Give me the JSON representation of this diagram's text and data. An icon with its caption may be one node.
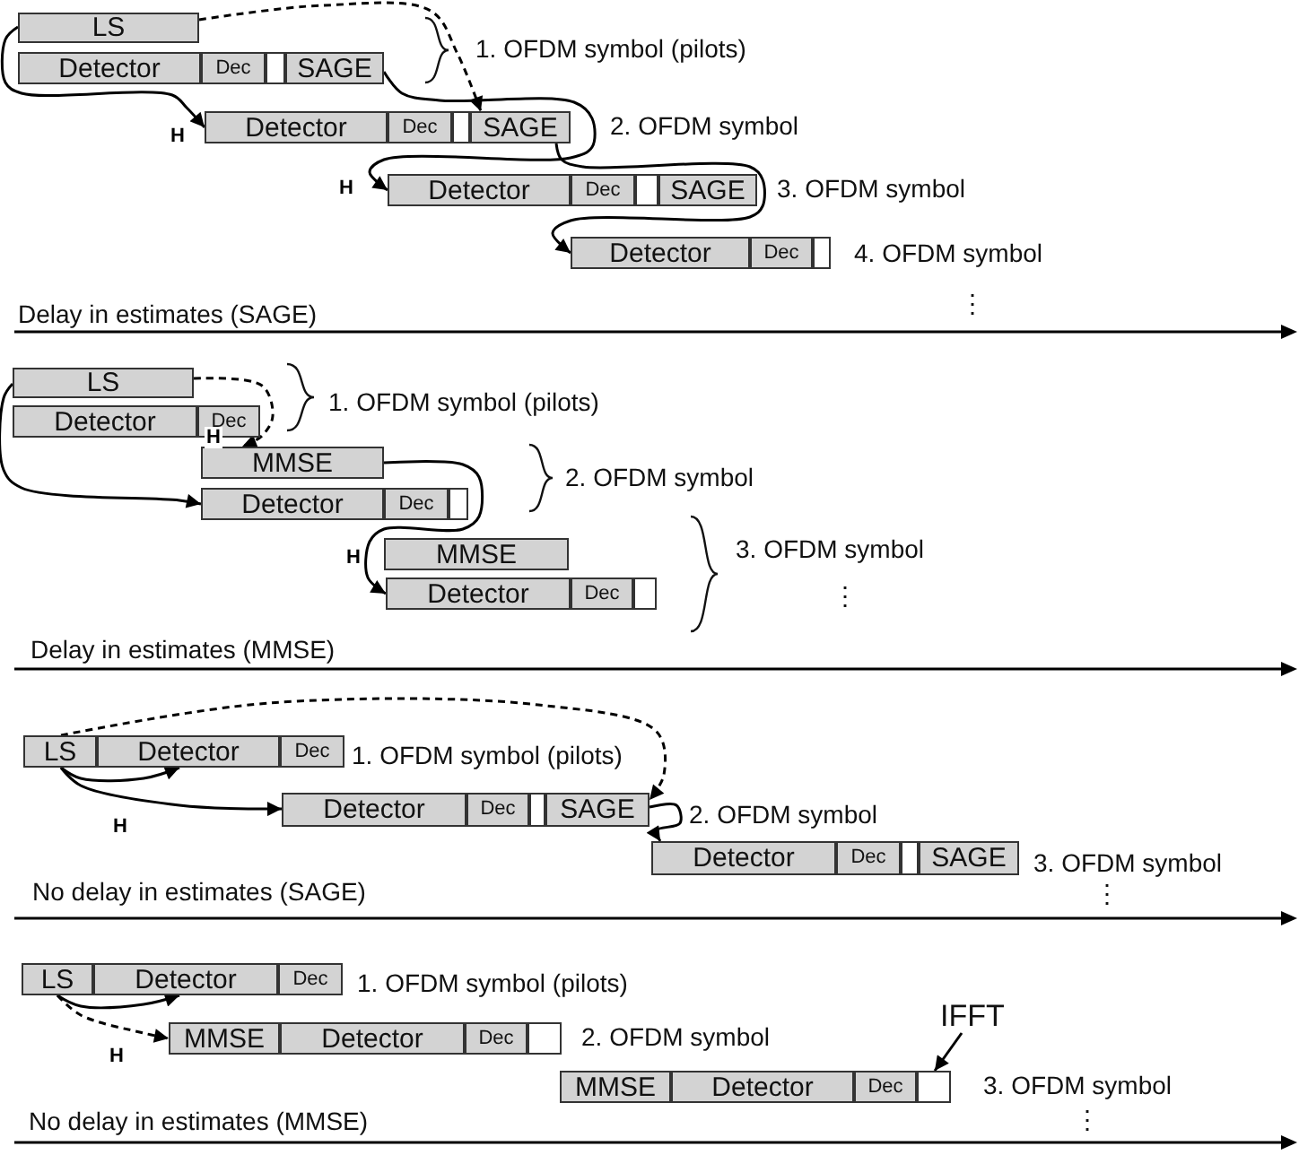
{
  "diagram": {
    "nodes": [
      {
        "text": [
          "LS"
        ]
      },
      {
        "text": [
          "Detector"
        ]
      },
      {
        "text": [
          "Dec"
        ]
      },
      {
        "text": [],
        "shape": "box"
      },
      {
        "text": [
          "SAGE"
        ]
      },
      {
        "text": [
          "Detector"
        ]
      },
      {
        "text": [
          "Dec"
        ]
      },
      {
        "text": [],
        "shape": "box"
      },
      {
        "text": [
          "SAGE"
        ]
      },
      {
        "text": [
          "Detector"
        ]
      },
      {
        "text": [
          "Dec"
        ]
      },
      {
        "text": [],
        "shape": "box"
      },
      {
        "text": [
          "SAGE"
        ]
      },
      {
        "text": [
          "Detector"
        ]
      },
      {
        "text": [
          "Dec"
        ]
      },
      {
        "text": [],
        "shape": "box"
      },
      {
        "text": [
          "LS"
        ]
      },
      {
        "text": [
          "Detector"
        ]
      },
      {
        "text": [
          "Dec"
        ]
      },
      {
        "text": [
          "MMSE"
        ]
      },
      {
        "text": [
          "Detector"
        ]
      },
      {
        "text": [
          "Dec"
        ]
      },
      {
        "text": [],
        "shape": "box"
      },
      {
        "text": [
          "MMSE"
        ]
      },
      {
        "text": [
          "Detector"
        ]
      },
      {
        "text": [
          "Dec"
        ]
      },
      {
        "text": [],
        "shape": "box"
      },
      {
        "text": [
          "LS"
        ]
      },
      {
        "text": [
          "Detector"
        ]
      },
      {
        "text": [
          "Dec"
        ]
      },
      {
        "text": [
          "Detector"
        ]
      },
      {
        "text": [
          "Dec"
        ]
      },
      {
        "text": [],
        "shape": "box"
      },
      {
        "text": [
          "SAGE"
        ]
      },
      {
        "text": [
          "Detector"
        ]
      },
      {
        "text": [
          "Dec"
        ]
      },
      {
        "text": [],
        "shape": "box"
      },
      {
        "text": [
          "SAGE"
        ]
      },
      {
        "text": [
          "LS"
        ]
      },
      {
        "text": [
          "Detector"
        ]
      },
      {
        "text": [
          "Dec"
        ]
      },
      {
        "text": [
          "MMSE"
        ]
      },
      {
        "text": [
          "Detector"
        ]
      },
      {
        "text": [
          "Dec"
        ]
      },
      {
        "text": [],
        "shape": "box"
      },
      {
        "text": [
          "IFFT"
        ]
      },
      {
        "text": [
          "MMSE"
        ]
      },
      {
        "text": [
          "Detector"
        ]
      },
      {
        "text": [
          "Dec"
        ]
      },
      {
        "text": [],
        "shape": "box"
      }
    ],
    "edges": [
      {
        "from": 0,
        "to": 5,
        "arrow": "to",
        "label": "H"
      },
      {
        "from": 0,
        "to": 8,
        "arrow": "to",
        "style": "dashed"
      },
      {
        "from": 4,
        "to": 9,
        "arrow": "to",
        "label": "H"
      },
      {
        "from": 8,
        "to": 13,
        "arrow": "to"
      },
      {
        "from": 16,
        "to": 20,
        "arrow": "to"
      },
      {
        "from": 16,
        "to": 19,
        "arrow": "to",
        "style": "dashed",
        "label": "H"
      },
      {
        "from": 19,
        "to": 24,
        "arrow": "to",
        "label": "H"
      },
      {
        "from": 27,
        "to": 28,
        "arrow": "to"
      },
      {
        "from": 27,
        "to": 30,
        "arrow": "to",
        "label": "H"
      },
      {
        "from": 27,
        "to": 33,
        "arrow": "to",
        "style": "dashed"
      },
      {
        "from": 33,
        "to": 34,
        "arrow": "to"
      },
      {
        "from": 38,
        "to": 39,
        "arrow": "to"
      },
      {
        "from": 38,
        "to": 41,
        "arrow": "to",
        "style": "dashed",
        "label": "H"
      },
      {
        "from": 45,
        "to": 49,
        "arrow": "to"
      }
    ],
    "labels": [
      "1. OFDM symbol (pilots)",
      "2. OFDM symbol",
      "3. OFDM symbol",
      "4. OFDM symbol",
      "⋮",
      "Delay in estimates (SAGE)",
      "1. OFDM symbol (pilots)",
      "2. OFDM symbol",
      "3. OFDM symbol",
      "⋮",
      "Delay in estimates (MMSE)",
      "1. OFDM symbol (pilots)",
      "2. OFDM symbol",
      "3. OFDM symbol",
      "No delay in estimates (SAGE)",
      "⋮",
      "1. OFDM symbol (pilots)",
      "2. OFDM symbol",
      "3. OFDM symbol",
      "No delay in estimates (MMSE)",
      "⋮"
    ]
  }
}
